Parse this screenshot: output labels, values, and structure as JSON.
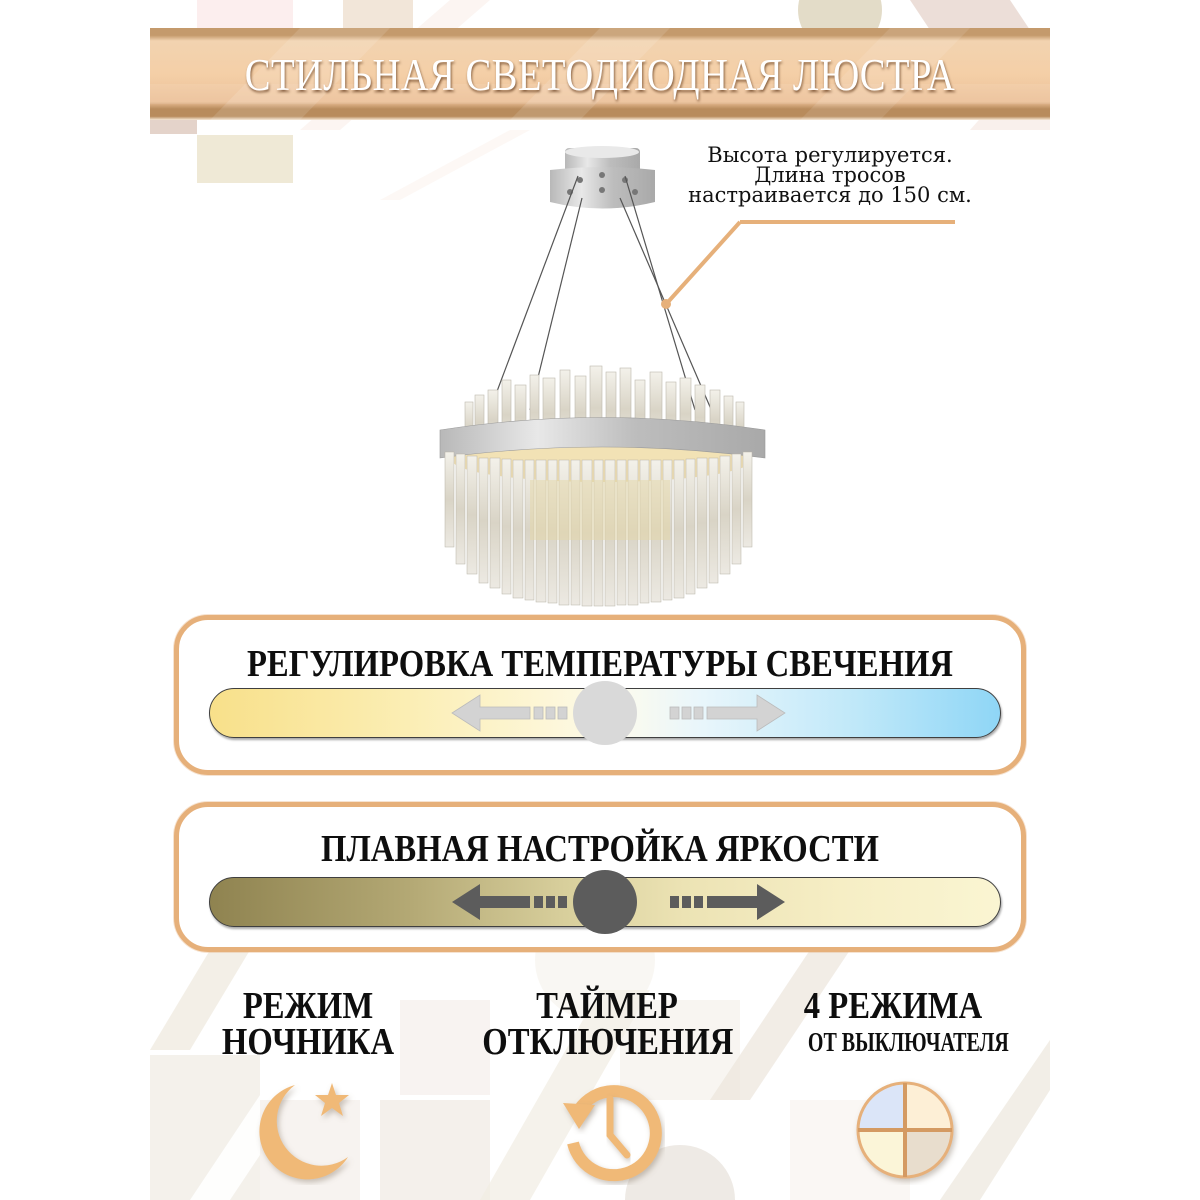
{
  "banner": {
    "title": "СТИЛЬНАЯ СВЕТОДИОДНАЯ ЛЮСТРА"
  },
  "annotation": {
    "lines": [
      "Высота регулируется.",
      "Длина тросов",
      "настраивается до 150 см."
    ]
  },
  "product": {
    "image": "crystal-chandelier-chrome-ring"
  },
  "features": {
    "temperature": {
      "title": "РЕГУЛИРОВКА ТЕМПЕРАТУРЫ СВЕЧЕНИЯ",
      "gradient": [
        "#f8e08a",
        "#fcfbee",
        "#8fd6f6"
      ],
      "thumb_color": "#d9d9d9",
      "arrow_color": "#d3d3d3"
    },
    "brightness": {
      "title": "ПЛАВНАЯ НАСТРОЙКА ЯРКОСТИ",
      "gradient": [
        "#8f8350",
        "#ece3b4",
        "#faf5d2"
      ],
      "thumb_color": "#5c5c5c",
      "arrow_color": "#5c5c5c"
    },
    "bottom": [
      {
        "line1": "РЕЖИМ",
        "line2": "НОЧНИКА",
        "icon": "moon-star-icon"
      },
      {
        "line1": "ТАЙМЕР",
        "line2": "ОТКЛЮЧЕНИЯ",
        "icon": "timer-clock-icon"
      },
      {
        "line1": "4 РЕЖИМА",
        "line2": "ОТ ВЫКЛЮЧАТЕЛЯ",
        "icon": "four-modes-icon"
      }
    ]
  },
  "colors": {
    "accent": "#e6b07a",
    "banner": "#f4cfa7",
    "text": "#0e0e0e"
  }
}
